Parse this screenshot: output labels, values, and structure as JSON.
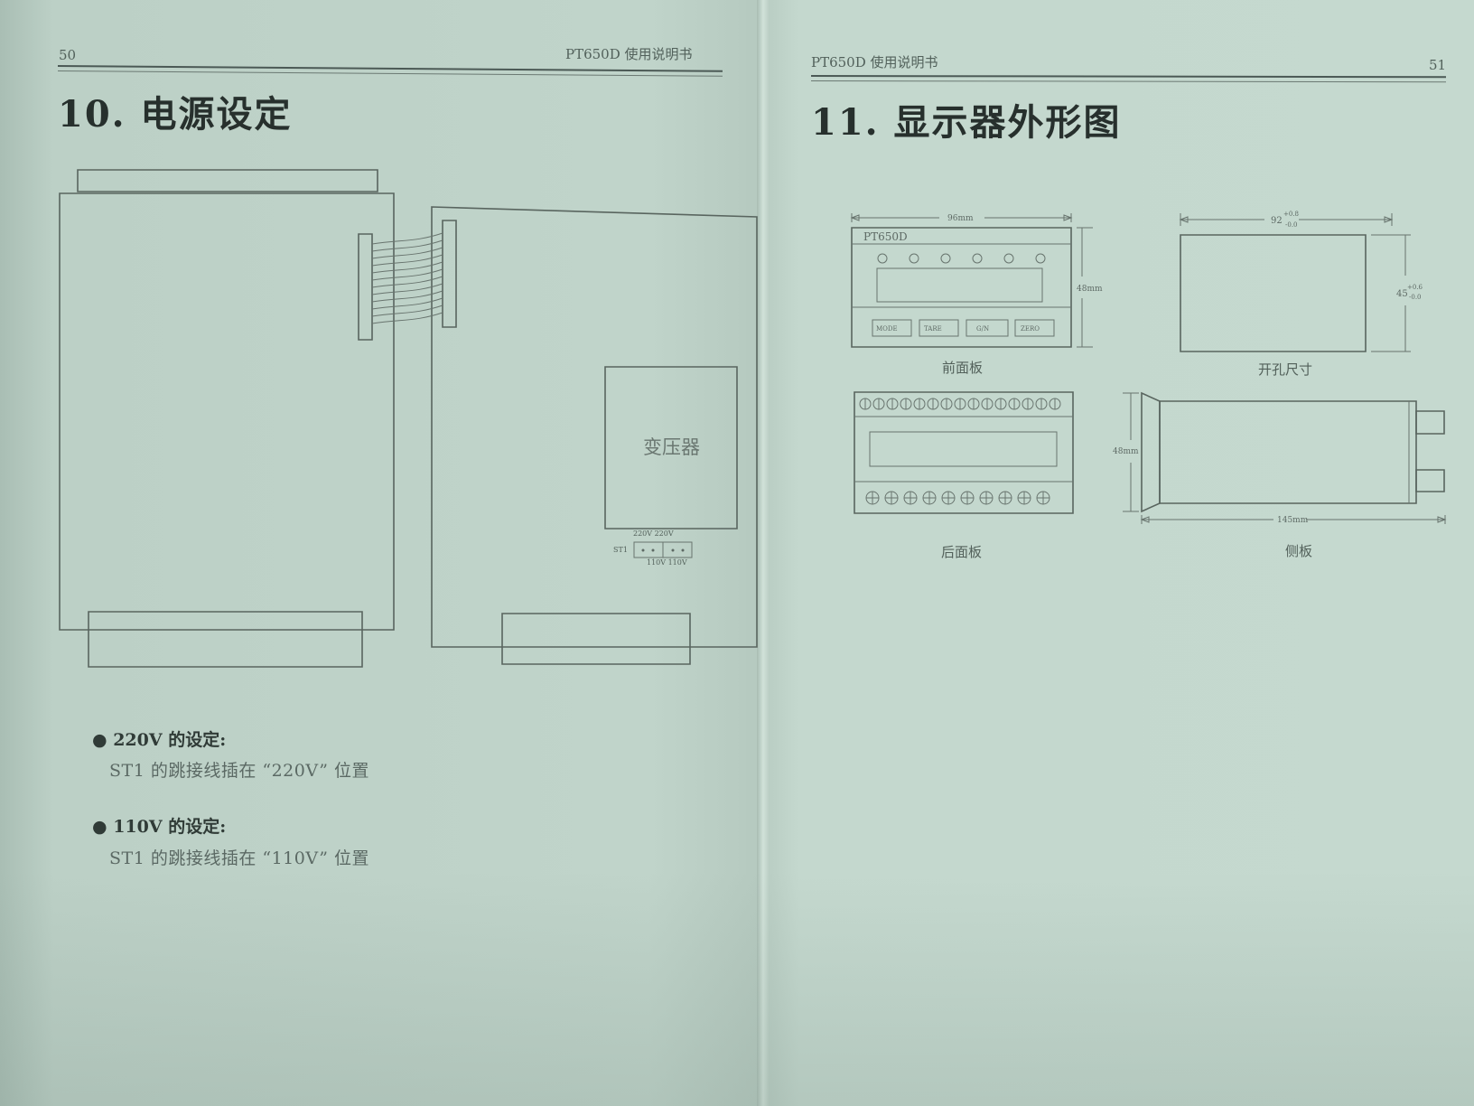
{
  "left_page": {
    "page_number": "50",
    "running_header": "PT650D 使用说明书",
    "section_title": "10. 电源设定",
    "transformer_label": "变压器",
    "jumper": {
      "label": "ST1",
      "top_labels": "220V 220V",
      "bottom_labels": "110V 110V"
    },
    "settings": [
      {
        "heading": "220V 的设定:",
        "text": "ST1 的跳接线插在 “220V” 位置"
      },
      {
        "heading": "110V 的设定:",
        "text": "ST1 的跳接线插在 “110V” 位置"
      }
    ]
  },
  "right_page": {
    "page_number": "51",
    "running_header": "PT650D 使用说明书",
    "section_title": "11. 显示器外形图",
    "front_panel": {
      "caption": "前面板",
      "model": "PT650D",
      "width_dim": "96mm",
      "height_dim": "48mm",
      "buttons": [
        "MODE",
        "TARE",
        "G/N",
        "ZERO"
      ]
    },
    "cutout": {
      "caption": "开孔尺寸",
      "width_dim": "92",
      "width_tol_upper": "+0.8",
      "width_tol_lower": "-0.0",
      "height_dim": "45",
      "height_tol_upper": "+0.6",
      "height_tol_lower": "-0.0"
    },
    "rear_panel": {
      "caption": "后面板",
      "height_dim": "48mm"
    },
    "side_panel": {
      "caption": "侧板",
      "length_dim": "145mm"
    }
  }
}
